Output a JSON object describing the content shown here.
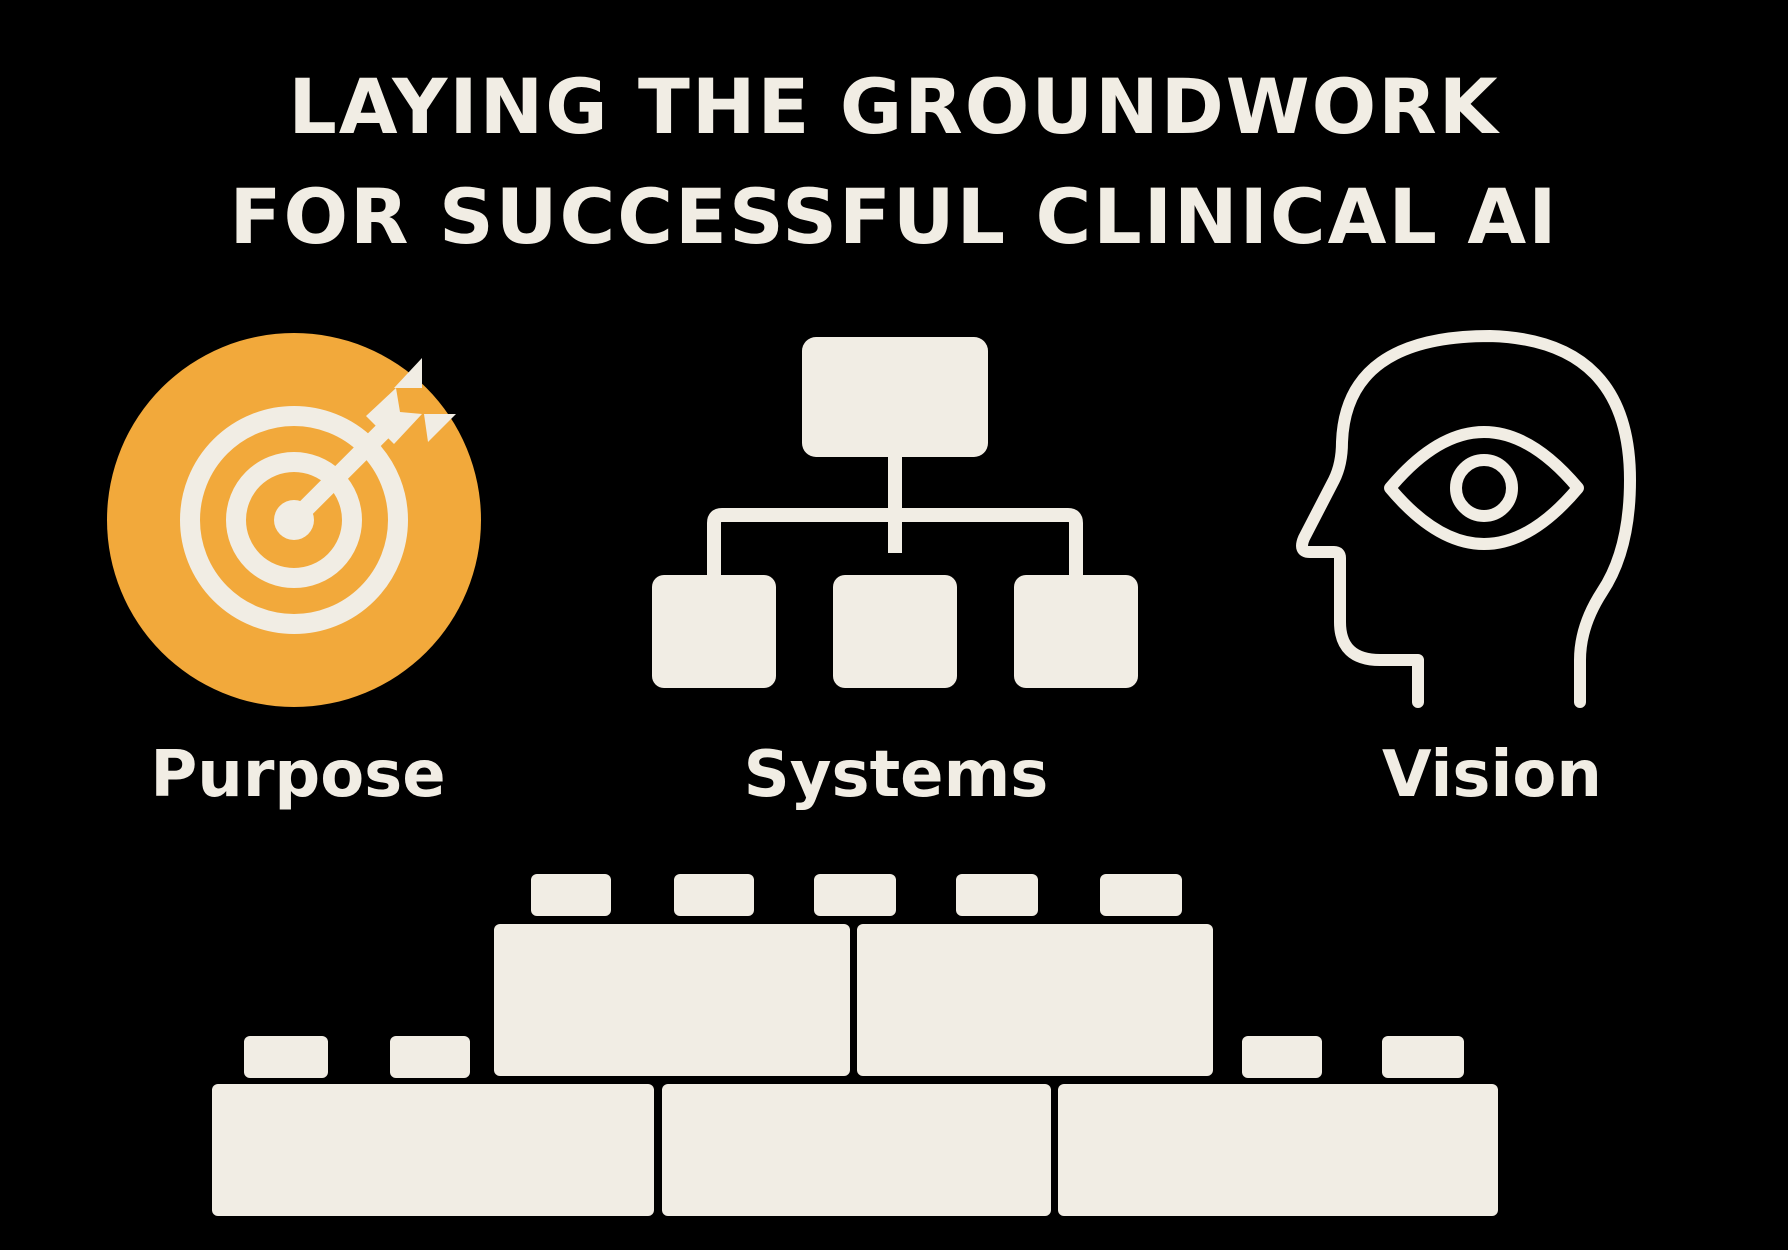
{
  "title": {
    "line1": "LAYING THE GROUNDWORK",
    "line2": "FOR SUCCESSFUL CLINICAL AI"
  },
  "pillars": [
    {
      "label": "Purpose",
      "icon": "target-with-arrow-icon",
      "highlighted": true
    },
    {
      "label": "Systems",
      "icon": "org-chart-icon",
      "highlighted": false
    },
    {
      "label": "Vision",
      "icon": "head-with-eye-icon",
      "highlighted": false
    }
  ],
  "foundation": {
    "icon": "building-blocks-icon"
  },
  "colors": {
    "background": "#000000",
    "foreground": "#f1ede4",
    "accent": "#f2a93b"
  }
}
